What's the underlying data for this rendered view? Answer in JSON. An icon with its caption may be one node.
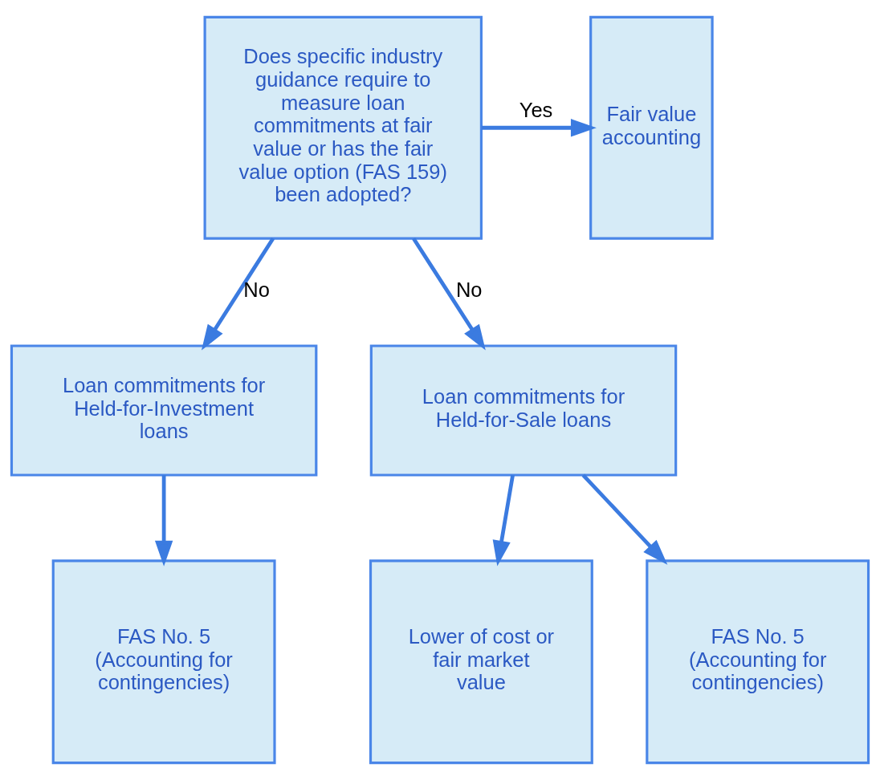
{
  "diagram": {
    "nodes": [
      {
        "text": [
          "Does specific industry guidance require to measure loan commitments at fair value or has the fair value option (FAS 159) been adopted?"
        ]
      },
      {
        "text": [
          "Fair value accounting"
        ]
      },
      {
        "text": [
          "Loan commitments for Held-for-Investment loans"
        ]
      },
      {
        "text": [
          "Loan commitments for Held-for-Sale loans"
        ]
      },
      {
        "text": [
          "FAS No. 5 (Accounting for contingencies)"
        ]
      },
      {
        "text": [
          "Lower of cost or fair market value"
        ]
      },
      {
        "text": [
          "FAS No. 5 (Accounting for contingencies)"
        ]
      }
    ],
    "edges": [
      {
        "from": 0,
        "to": 1,
        "arrow": "to",
        "label": "Yes"
      },
      {
        "from": 0,
        "to": 2,
        "arrow": "to",
        "label": "No"
      },
      {
        "from": 0,
        "to": 3,
        "arrow": "to",
        "label": "No"
      },
      {
        "from": 2,
        "to": 4,
        "arrow": "to"
      },
      {
        "from": 3,
        "to": 5,
        "arrow": "to"
      },
      {
        "from": 3,
        "to": 6,
        "arrow": "to"
      }
    ]
  }
}
